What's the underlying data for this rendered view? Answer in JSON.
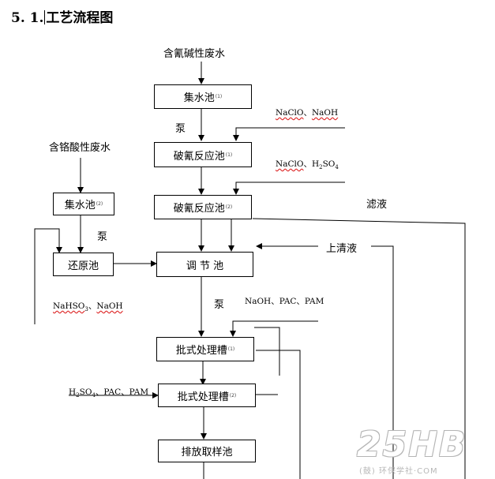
{
  "title": {
    "number": "5. 1.",
    "text": "工艺流程图"
  },
  "inputs": {
    "cyanide_wastewater": "含氰碱性废水",
    "chrome_wastewater": "含铬酸性废水"
  },
  "boxes": {
    "collect_pool_1": {
      "label": "集水池",
      "sub": "(1)"
    },
    "cyanide_break_1": {
      "label": "破氰反应池",
      "sub": "(1)"
    },
    "cyanide_break_2": {
      "label": "破氰反应池",
      "sub": "(2)"
    },
    "collect_pool_2": {
      "label": "集水池",
      "sub": "(2)"
    },
    "reduction_pool": {
      "label": "还原池"
    },
    "regulating_pool": {
      "label": "调 节 池"
    },
    "batch_tank_1": {
      "label": "批式处理槽",
      "sub": "(1)"
    },
    "batch_tank_2": {
      "label": "批式处理槽",
      "sub": "(2)"
    },
    "sampling_pool": {
      "label": "排放取样池"
    }
  },
  "labels": {
    "pump": "泵",
    "filtrate": "滤液",
    "supernatant": "上清液"
  },
  "chemicals": {
    "dose_1": {
      "parts": [
        "NaClO",
        "、",
        "NaOH"
      ]
    },
    "dose_2": {
      "parts": [
        "NaClO",
        "、",
        "H",
        "2",
        "SO",
        "4"
      ]
    },
    "dose_3": {
      "parts": [
        "NaHSO",
        "3",
        "、",
        "NaOH"
      ]
    },
    "dose_4": {
      "text": "NaOH、PAC、PAM"
    },
    "dose_5": {
      "parts": [
        "H",
        "2",
        "SO",
        "4",
        "、PAC、PAM"
      ]
    }
  },
  "watermark": {
    "logo": "25HB",
    "subtitle": "(鼓) 环保学社·COM"
  }
}
